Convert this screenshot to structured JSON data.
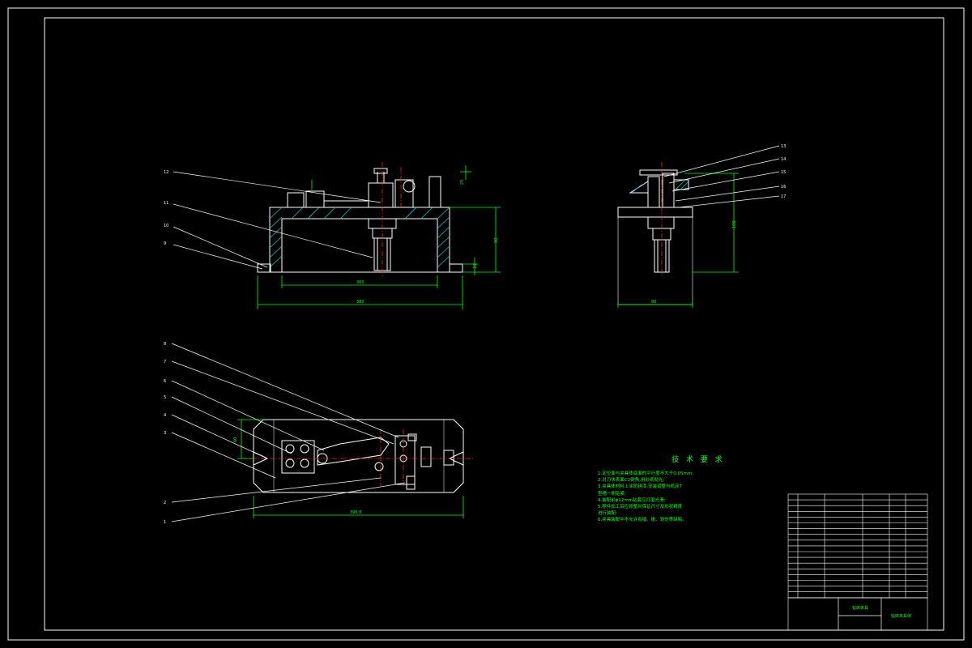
{
  "drawing": {
    "views": [
      "front-view",
      "side-view",
      "top-view"
    ],
    "colors": {
      "background": "#000000",
      "outline": "#ffffff",
      "dimension": "#00ff00",
      "hatch": "#00c8c8",
      "center": "#ff2020",
      "leader": "#ffffff",
      "text": "#18ff18",
      "accent": "#ffff00"
    }
  },
  "dimensions": {
    "front_inner": "300",
    "front_overall": "380",
    "front_height": "90",
    "front_small": "10",
    "side_width": "90",
    "side_height": "100",
    "top_length": "396.8",
    "top_height": "60",
    "angle_mark": "25"
  },
  "balloons": {
    "front": [
      "12",
      "11",
      "10",
      "9"
    ],
    "side": [
      "13",
      "14",
      "15",
      "16",
      "17"
    ],
    "top": [
      "8",
      "7",
      "6",
      "5",
      "4",
      "3",
      "2",
      "1"
    ]
  },
  "technical_requirements": {
    "title": "技 术 要 求",
    "lines": [
      "1.定位面与夹具体底面的平行度不大于0.05mm;",
      "2.对刀块表面C2倒角,用砂纸抛光;",
      "3.夹具体材料上涂防锈漆,安装调整与机床T",
      "  型槽一侧贴紧;",
      "4.装配前ϕ12mm钻套应打磨光滑;",
      "5.零件加工后应修整并保证尺寸及形状精度",
      "  进行装配;",
      "6.夹具装配中不允许有磕、碰、划伤等缺陷。"
    ]
  },
  "title_block": {
    "drawing_name": "钻床夹具",
    "part_name": "钻床夹具体"
  }
}
